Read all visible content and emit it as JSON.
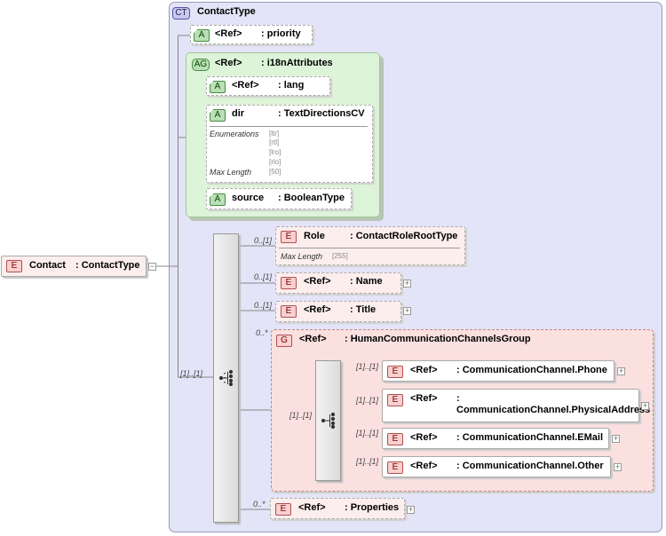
{
  "root": {
    "badge": "E",
    "name": "Contact",
    "type": ": ContactType"
  },
  "complex_type": {
    "badge": "CT",
    "name": "ContactType"
  },
  "attr_priority": {
    "badge": "A",
    "name": "<Ref>",
    "type": ": priority"
  },
  "attr_group": {
    "badge": "AG",
    "name": "<Ref>",
    "type": ": i18nAttributes"
  },
  "attr_lang": {
    "badge": "A",
    "name": "<Ref>",
    "type": ": lang"
  },
  "attr_dir": {
    "badge": "A",
    "name": "dir",
    "type": ": TextDirectionsCV",
    "enum_label": "Enumerations",
    "enums": [
      "[ltr]",
      "[rtl]",
      "[lro]",
      "[rlo]"
    ],
    "maxlen_label": "Max Length",
    "maxlen": "[50]"
  },
  "attr_source": {
    "badge": "A",
    "name": "source",
    "type": ": BooleanType"
  },
  "seq_card": "[1]..[1]",
  "el_role": {
    "badge": "E",
    "card": "0..[1]",
    "name": "Role",
    "type": ": ContactRoleRootType",
    "maxlen_label": "Max Length",
    "maxlen": "[255]"
  },
  "el_name": {
    "badge": "E",
    "card": "0..[1]",
    "name": "<Ref>",
    "type": ": Name"
  },
  "el_title": {
    "badge": "E",
    "card": "0..[1]",
    "name": "<Ref>",
    "type": ": Title"
  },
  "group": {
    "badge": "G",
    "card": "0..*",
    "name": "<Ref>",
    "type": ": HumanCommunicationChannelsGroup"
  },
  "group_seq_card": "[1]..[1]",
  "el_phone": {
    "badge": "E",
    "card": "[1]..[1]",
    "name": "<Ref>",
    "type": ": CommunicationChannel.Phone"
  },
  "el_physical": {
    "badge": "E",
    "card": "[1]..[1]",
    "name": "<Ref>",
    "type": ": CommunicationChannel.PhysicalAddress"
  },
  "el_email": {
    "badge": "E",
    "card": "[1]..[1]",
    "name": "<Ref>",
    "type": ": CommunicationChannel.EMail"
  },
  "el_other": {
    "badge": "E",
    "card": "[1]..[1]",
    "name": "<Ref>",
    "type": ": CommunicationChannel.Other"
  },
  "el_properties": {
    "badge": "E",
    "card": "0..*",
    "name": "<Ref>",
    "type": ": Properties"
  },
  "expand_symbol": "+",
  "collapse_symbol": "−"
}
